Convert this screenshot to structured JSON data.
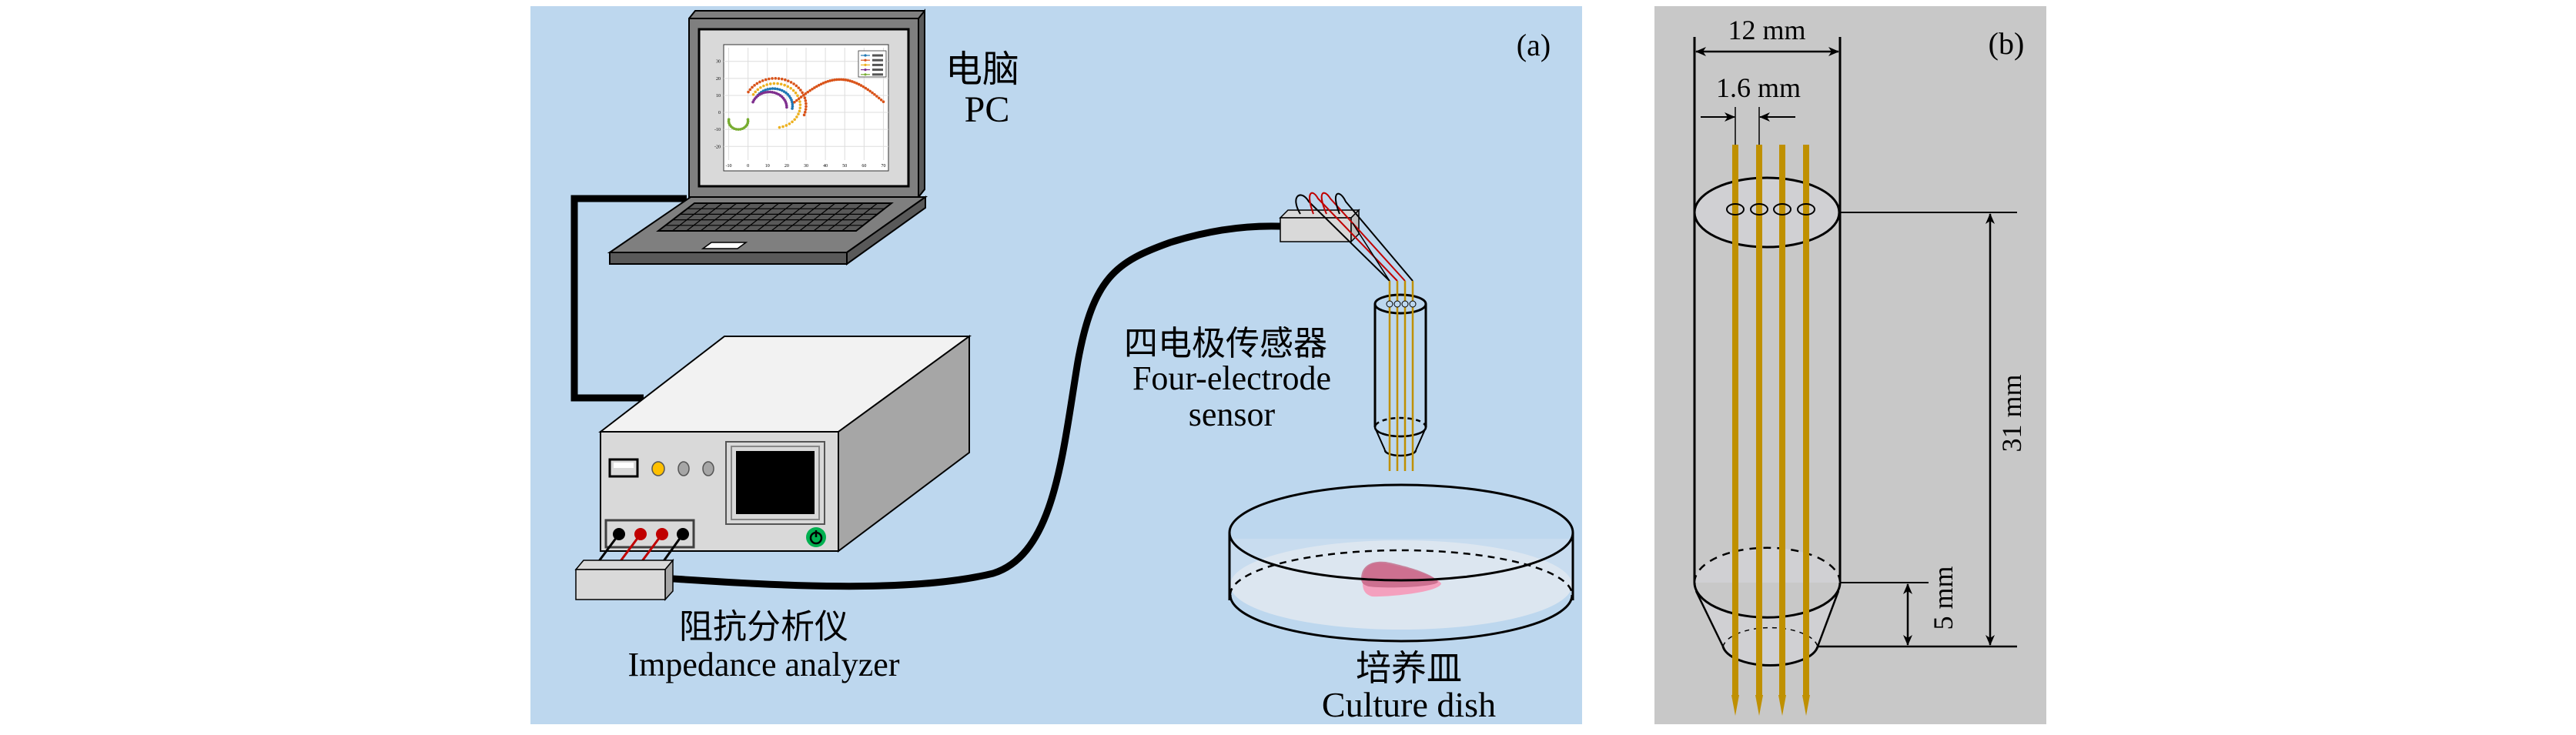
{
  "panel_a": {
    "label": "(a)",
    "background": "#BDD7EE",
    "pc": {
      "label_zh": "电脑",
      "label_en": "PC"
    },
    "analyzer": {
      "label_zh": "阻抗分析仪",
      "label_en": "Impedance analyzer"
    },
    "sensor": {
      "label_zh": "四电极传感器",
      "label_en_line1": "Four-electrode",
      "label_en_line2": "sensor"
    },
    "dish": {
      "label_zh": "培养皿",
      "label_en": "Culture dish"
    },
    "screen_chart": {
      "x_ticks": [
        "-10",
        "0",
        "10",
        "20",
        "30",
        "40",
        "50",
        "60",
        "70"
      ],
      "y_ticks": [
        "30",
        "20",
        "10",
        "0",
        "-10",
        "-20"
      ],
      "series_colors": [
        "#1F77B4",
        "#D95319",
        "#EDB120",
        "#7E2F8E",
        "#77AC30"
      ]
    },
    "colors": {
      "cable": "#000000",
      "lead_red": "#C00000",
      "lead_black": "#000000",
      "led_yellow": "#FFC000",
      "power_green": "#00B050",
      "electrode_gold": "#BF9000",
      "tissue_pink": "#E98BA8"
    }
  },
  "panel_b": {
    "label": "(b)",
    "background": "#C8C8C8",
    "dim_width": "12 mm",
    "dim_spacing": "1.6 mm",
    "dim_length": "31 mm",
    "dim_tip": "5 mm"
  }
}
